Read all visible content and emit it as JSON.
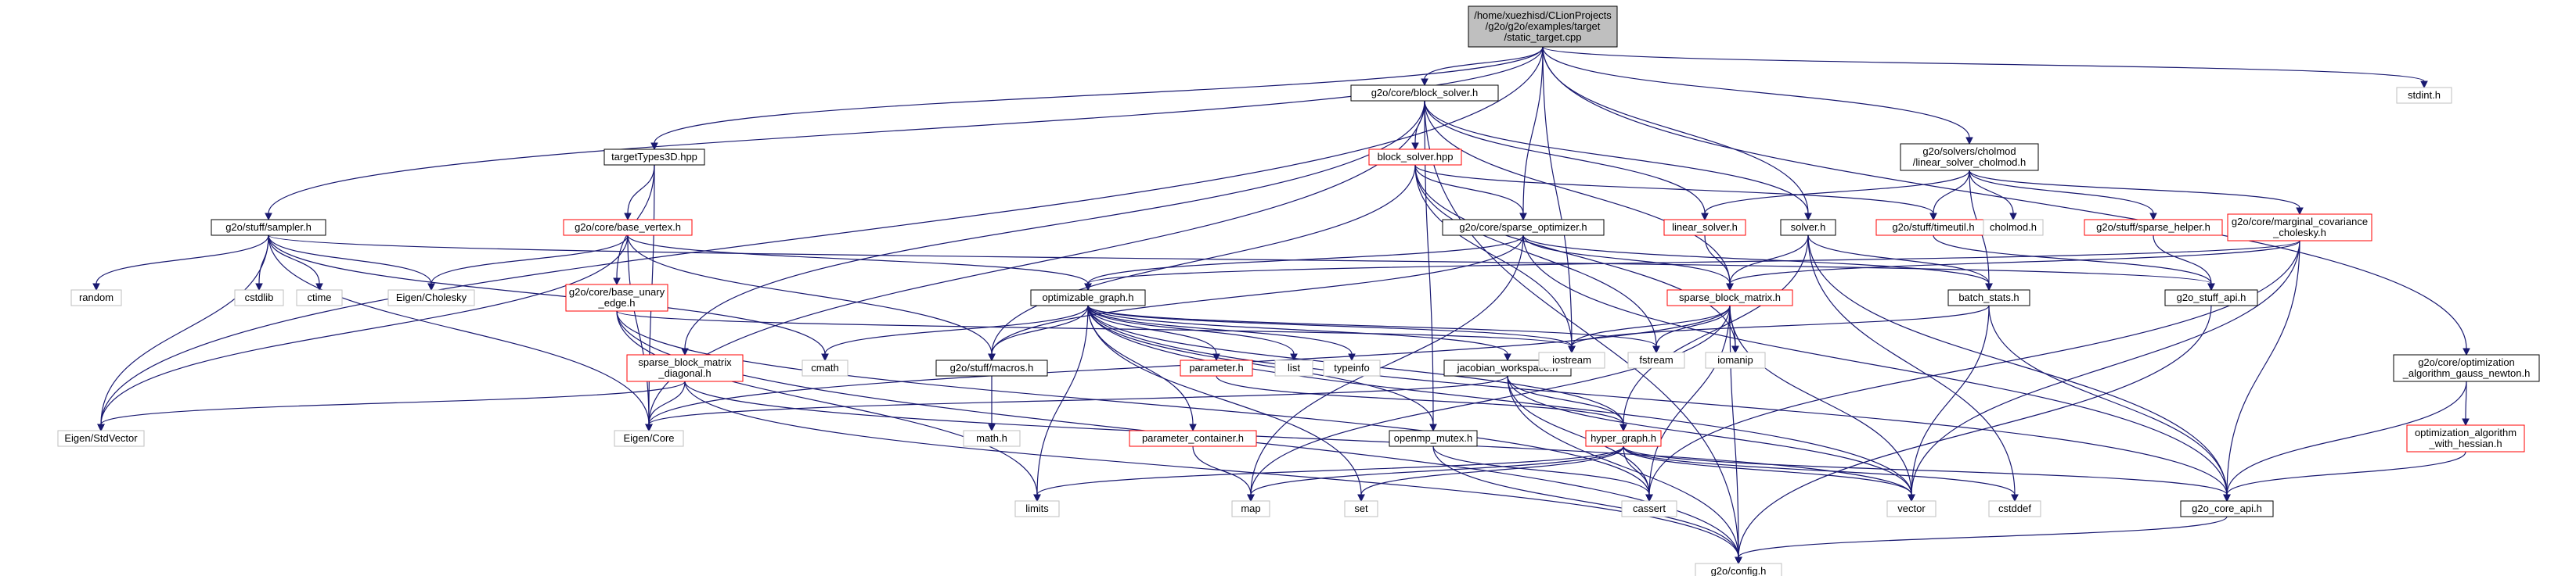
{
  "graph": {
    "nodes": [
      {
        "id": "root",
        "lines": [
          "/home/xuezhisd/CLionProjects",
          "/g2o/g2o/examples/target",
          "/static_target.cpp"
        ],
        "kind": "root"
      },
      {
        "id": "stdint",
        "lines": [
          "stdint.h"
        ],
        "kind": "system"
      },
      {
        "id": "block_solver_h",
        "lines": [
          "g2o/core/block_solver.h"
        ],
        "kind": "normal"
      },
      {
        "id": "targetTypes3D",
        "lines": [
          "targetTypes3D.hpp"
        ],
        "kind": "normal"
      },
      {
        "id": "linear_solver_cholmod",
        "lines": [
          "g2o/solvers/cholmod",
          "/linear_solver_cholmod.h"
        ],
        "kind": "normal"
      },
      {
        "id": "block_solver_hpp",
        "lines": [
          "block_solver.hpp"
        ],
        "kind": "red"
      },
      {
        "id": "sampler",
        "lines": [
          "g2o/stuff/sampler.h"
        ],
        "kind": "normal"
      },
      {
        "id": "base_vertex",
        "lines": [
          "g2o/core/base_vertex.h"
        ],
        "kind": "red"
      },
      {
        "id": "sparse_optimizer",
        "lines": [
          "g2o/core/sparse_optimizer.h"
        ],
        "kind": "normal"
      },
      {
        "id": "linear_solver",
        "lines": [
          "linear_solver.h"
        ],
        "kind": "red"
      },
      {
        "id": "solver",
        "lines": [
          "solver.h"
        ],
        "kind": "normal"
      },
      {
        "id": "timeutil",
        "lines": [
          "g2o/stuff/timeutil.h"
        ],
        "kind": "red"
      },
      {
        "id": "cholmod",
        "lines": [
          "cholmod.h"
        ],
        "kind": "system"
      },
      {
        "id": "sparse_helper",
        "lines": [
          "g2o/stuff/sparse_helper.h"
        ],
        "kind": "red"
      },
      {
        "id": "marginal_cov",
        "lines": [
          "g2o/core/marginal_covariance",
          "_cholesky.h"
        ],
        "kind": "red"
      },
      {
        "id": "random",
        "lines": [
          "random"
        ],
        "kind": "system"
      },
      {
        "id": "cstdlib",
        "lines": [
          "cstdlib"
        ],
        "kind": "system"
      },
      {
        "id": "ctime",
        "lines": [
          "ctime"
        ],
        "kind": "system"
      },
      {
        "id": "eigen_cholesky",
        "lines": [
          "Eigen/Cholesky"
        ],
        "kind": "system"
      },
      {
        "id": "base_unary_edge",
        "lines": [
          "g2o/core/base_unary",
          "_edge.h"
        ],
        "kind": "red"
      },
      {
        "id": "optimizable_graph",
        "lines": [
          "optimizable_graph.h"
        ],
        "kind": "normal"
      },
      {
        "id": "sparse_block_matrix",
        "lines": [
          "sparse_block_matrix.h"
        ],
        "kind": "red"
      },
      {
        "id": "batch_stats",
        "lines": [
          "batch_stats.h"
        ],
        "kind": "normal"
      },
      {
        "id": "g2o_stuff_api",
        "lines": [
          "g2o_stuff_api.h"
        ],
        "kind": "normal"
      },
      {
        "id": "cmath",
        "lines": [
          "cmath"
        ],
        "kind": "system"
      },
      {
        "id": "sbm_diagonal",
        "lines": [
          "sparse_block_matrix",
          "_diagonal.h"
        ],
        "kind": "red"
      },
      {
        "id": "macros",
        "lines": [
          "g2o/stuff/macros.h"
        ],
        "kind": "normal"
      },
      {
        "id": "parameter",
        "lines": [
          "parameter.h"
        ],
        "kind": "red"
      },
      {
        "id": "list",
        "lines": [
          "list"
        ],
        "kind": "system"
      },
      {
        "id": "typeinfo",
        "lines": [
          "typeinfo"
        ],
        "kind": "system"
      },
      {
        "id": "jacobian_workspace",
        "lines": [
          "jacobian_workspace.h"
        ],
        "kind": "normal"
      },
      {
        "id": "iostream",
        "lines": [
          "iostream"
        ],
        "kind": "system"
      },
      {
        "id": "fstream",
        "lines": [
          "fstream"
        ],
        "kind": "system"
      },
      {
        "id": "iomanip",
        "lines": [
          "iomanip"
        ],
        "kind": "system"
      },
      {
        "id": "opt_gauss_newton",
        "lines": [
          "g2o/core/optimization",
          "_algorithm_gauss_newton.h"
        ],
        "kind": "normal"
      },
      {
        "id": "eigen_stdvector",
        "lines": [
          "Eigen/StdVector"
        ],
        "kind": "system"
      },
      {
        "id": "eigen_core",
        "lines": [
          "Eigen/Core"
        ],
        "kind": "system"
      },
      {
        "id": "math_h",
        "lines": [
          "math.h"
        ],
        "kind": "system"
      },
      {
        "id": "parameter_container",
        "lines": [
          "parameter_container.h"
        ],
        "kind": "red"
      },
      {
        "id": "openmp_mutex",
        "lines": [
          "openmp_mutex.h"
        ],
        "kind": "normal"
      },
      {
        "id": "hyper_graph",
        "lines": [
          "hyper_graph.h"
        ],
        "kind": "red"
      },
      {
        "id": "opt_with_hessian",
        "lines": [
          "optimization_algorithm",
          "_with_hessian.h"
        ],
        "kind": "red"
      },
      {
        "id": "limits",
        "lines": [
          "limits"
        ],
        "kind": "system"
      },
      {
        "id": "map",
        "lines": [
          "map"
        ],
        "kind": "system"
      },
      {
        "id": "set",
        "lines": [
          "set"
        ],
        "kind": "system"
      },
      {
        "id": "cassert",
        "lines": [
          "cassert"
        ],
        "kind": "system"
      },
      {
        "id": "vector",
        "lines": [
          "vector"
        ],
        "kind": "system"
      },
      {
        "id": "cstddef",
        "lines": [
          "cstddef"
        ],
        "kind": "system"
      },
      {
        "id": "g2o_core_api",
        "lines": [
          "g2o_core_api.h"
        ],
        "kind": "normal"
      },
      {
        "id": "g2o_config",
        "lines": [
          "g2o/config.h"
        ],
        "kind": "system"
      }
    ],
    "edges": [
      [
        "root",
        "stdint"
      ],
      [
        "root",
        "block_solver_h"
      ],
      [
        "root",
        "targetTypes3D"
      ],
      [
        "root",
        "sampler"
      ],
      [
        "root",
        "sparse_optimizer"
      ],
      [
        "root",
        "solver"
      ],
      [
        "root",
        "linear_solver_cholmod"
      ],
      [
        "root",
        "opt_gauss_newton"
      ],
      [
        "root",
        "eigen_stdvector"
      ],
      [
        "root",
        "iostream"
      ],
      [
        "block_solver_h",
        "block_solver_hpp"
      ],
      [
        "block_solver_h",
        "solver"
      ],
      [
        "block_solver_h",
        "linear_solver"
      ],
      [
        "block_solver_h",
        "sparse_block_matrix"
      ],
      [
        "block_solver_h",
        "sbm_diagonal"
      ],
      [
        "block_solver_h",
        "openmp_mutex"
      ],
      [
        "block_solver_h",
        "g2o_config"
      ],
      [
        "block_solver_h",
        "eigen_core"
      ],
      [
        "targetTypes3D",
        "base_vertex"
      ],
      [
        "targetTypes3D",
        "base_unary_edge"
      ],
      [
        "targetTypes3D",
        "eigen_core"
      ],
      [
        "linear_solver_cholmod",
        "linear_solver"
      ],
      [
        "linear_solver_cholmod",
        "timeutil"
      ],
      [
        "linear_solver_cholmod",
        "cholmod"
      ],
      [
        "linear_solver_cholmod",
        "sparse_helper"
      ],
      [
        "linear_solver_cholmod",
        "marginal_cov"
      ],
      [
        "linear_solver_cholmod",
        "batch_stats"
      ],
      [
        "block_solver_hpp",
        "sparse_optimizer"
      ],
      [
        "block_solver_hpp",
        "timeutil"
      ],
      [
        "block_solver_hpp",
        "macros"
      ],
      [
        "block_solver_hpp",
        "iostream"
      ],
      [
        "block_solver_hpp",
        "fstream"
      ],
      [
        "block_solver_hpp",
        "iomanip"
      ],
      [
        "sampler",
        "random"
      ],
      [
        "sampler",
        "cstdlib"
      ],
      [
        "sampler",
        "ctime"
      ],
      [
        "sampler",
        "eigen_cholesky"
      ],
      [
        "sampler",
        "eigen_stdvector"
      ],
      [
        "sampler",
        "eigen_core"
      ],
      [
        "sampler",
        "g2o_stuff_api"
      ],
      [
        "sampler",
        "cmath"
      ],
      [
        "base_vertex",
        "optimizable_graph"
      ],
      [
        "base_vertex",
        "eigen_cholesky"
      ],
      [
        "base_vertex",
        "eigen_stdvector"
      ],
      [
        "base_vertex",
        "eigen_core"
      ],
      [
        "base_vertex",
        "macros"
      ],
      [
        "sparse_optimizer",
        "optimizable_graph"
      ],
      [
        "sparse_optimizer",
        "sparse_block_matrix"
      ],
      [
        "sparse_optimizer",
        "batch_stats"
      ],
      [
        "sparse_optimizer",
        "g2o_core_api"
      ],
      [
        "sparse_optimizer",
        "macros"
      ],
      [
        "sparse_optimizer",
        "map"
      ],
      [
        "linear_solver",
        "sparse_block_matrix"
      ],
      [
        "solver",
        "sparse_block_matrix"
      ],
      [
        "solver",
        "hyper_graph"
      ],
      [
        "solver",
        "batch_stats"
      ],
      [
        "solver",
        "g2o_core_api"
      ],
      [
        "solver",
        "cstddef"
      ],
      [
        "timeutil",
        "g2o_stuff_api"
      ],
      [
        "sparse_helper",
        "g2o_stuff_api"
      ],
      [
        "marginal_cov",
        "sparse_block_matrix"
      ],
      [
        "marginal_cov",
        "optimizable_graph"
      ],
      [
        "marginal_cov",
        "g2o_core_api"
      ],
      [
        "marginal_cov",
        "cassert"
      ],
      [
        "marginal_cov",
        "vector"
      ],
      [
        "base_unary_edge",
        "iostream"
      ],
      [
        "base_unary_edge",
        "limits"
      ],
      [
        "base_unary_edge",
        "cassert"
      ],
      [
        "base_unary_edge",
        "g2o_config"
      ],
      [
        "optimizable_graph",
        "hyper_graph"
      ],
      [
        "optimizable_graph",
        "parameter"
      ],
      [
        "optimizable_graph",
        "parameter_container"
      ],
      [
        "optimizable_graph",
        "jacobian_workspace"
      ],
      [
        "optimizable_graph",
        "openmp_mutex"
      ],
      [
        "optimizable_graph",
        "macros"
      ],
      [
        "optimizable_graph",
        "g2o_core_api"
      ],
      [
        "optimizable_graph",
        "cmath"
      ],
      [
        "optimizable_graph",
        "list"
      ],
      [
        "optimizable_graph",
        "typeinfo"
      ],
      [
        "optimizable_graph",
        "iostream"
      ],
      [
        "optimizable_graph",
        "fstream"
      ],
      [
        "optimizable_graph",
        "limits"
      ],
      [
        "optimizable_graph",
        "set"
      ],
      [
        "optimizable_graph",
        "vector"
      ],
      [
        "sparse_block_matrix",
        "iostream"
      ],
      [
        "sparse_block_matrix",
        "fstream"
      ],
      [
        "sparse_block_matrix",
        "iomanip"
      ],
      [
        "sparse_block_matrix",
        "cassert"
      ],
      [
        "sparse_block_matrix",
        "vector"
      ],
      [
        "sparse_block_matrix",
        "map"
      ],
      [
        "sparse_block_matrix",
        "g2o_config"
      ],
      [
        "sparse_block_matrix",
        "eigen_core"
      ],
      [
        "batch_stats",
        "iostream"
      ],
      [
        "batch_stats",
        "vector"
      ],
      [
        "batch_stats",
        "g2o_core_api"
      ],
      [
        "g2o_stuff_api",
        "g2o_config"
      ],
      [
        "sbm_diagonal",
        "eigen_core"
      ],
      [
        "sbm_diagonal",
        "eigen_stdvector"
      ],
      [
        "sbm_diagonal",
        "vector"
      ],
      [
        "sbm_diagonal",
        "g2o_config"
      ],
      [
        "macros",
        "math_h"
      ],
      [
        "parameter",
        "hyper_graph"
      ],
      [
        "jacobian_workspace",
        "hyper_graph"
      ],
      [
        "jacobian_workspace",
        "eigen_core"
      ],
      [
        "jacobian_workspace",
        "cassert"
      ],
      [
        "jacobian_workspace",
        "vector"
      ],
      [
        "jacobian_workspace",
        "g2o_config"
      ],
      [
        "opt_gauss_newton",
        "opt_with_hessian"
      ],
      [
        "opt_gauss_newton",
        "g2o_core_api"
      ],
      [
        "parameter_container",
        "map"
      ],
      [
        "openmp_mutex",
        "cassert"
      ],
      [
        "openmp_mutex",
        "g2o_config"
      ],
      [
        "hyper_graph",
        "map"
      ],
      [
        "hyper_graph",
        "set"
      ],
      [
        "hyper_graph",
        "limits"
      ],
      [
        "hyper_graph",
        "cassert"
      ],
      [
        "hyper_graph",
        "vector"
      ],
      [
        "hyper_graph",
        "cstddef"
      ],
      [
        "hyper_graph",
        "g2o_core_api"
      ],
      [
        "opt_with_hessian",
        "g2o_core_api"
      ],
      [
        "g2o_core_api",
        "g2o_config"
      ]
    ]
  }
}
